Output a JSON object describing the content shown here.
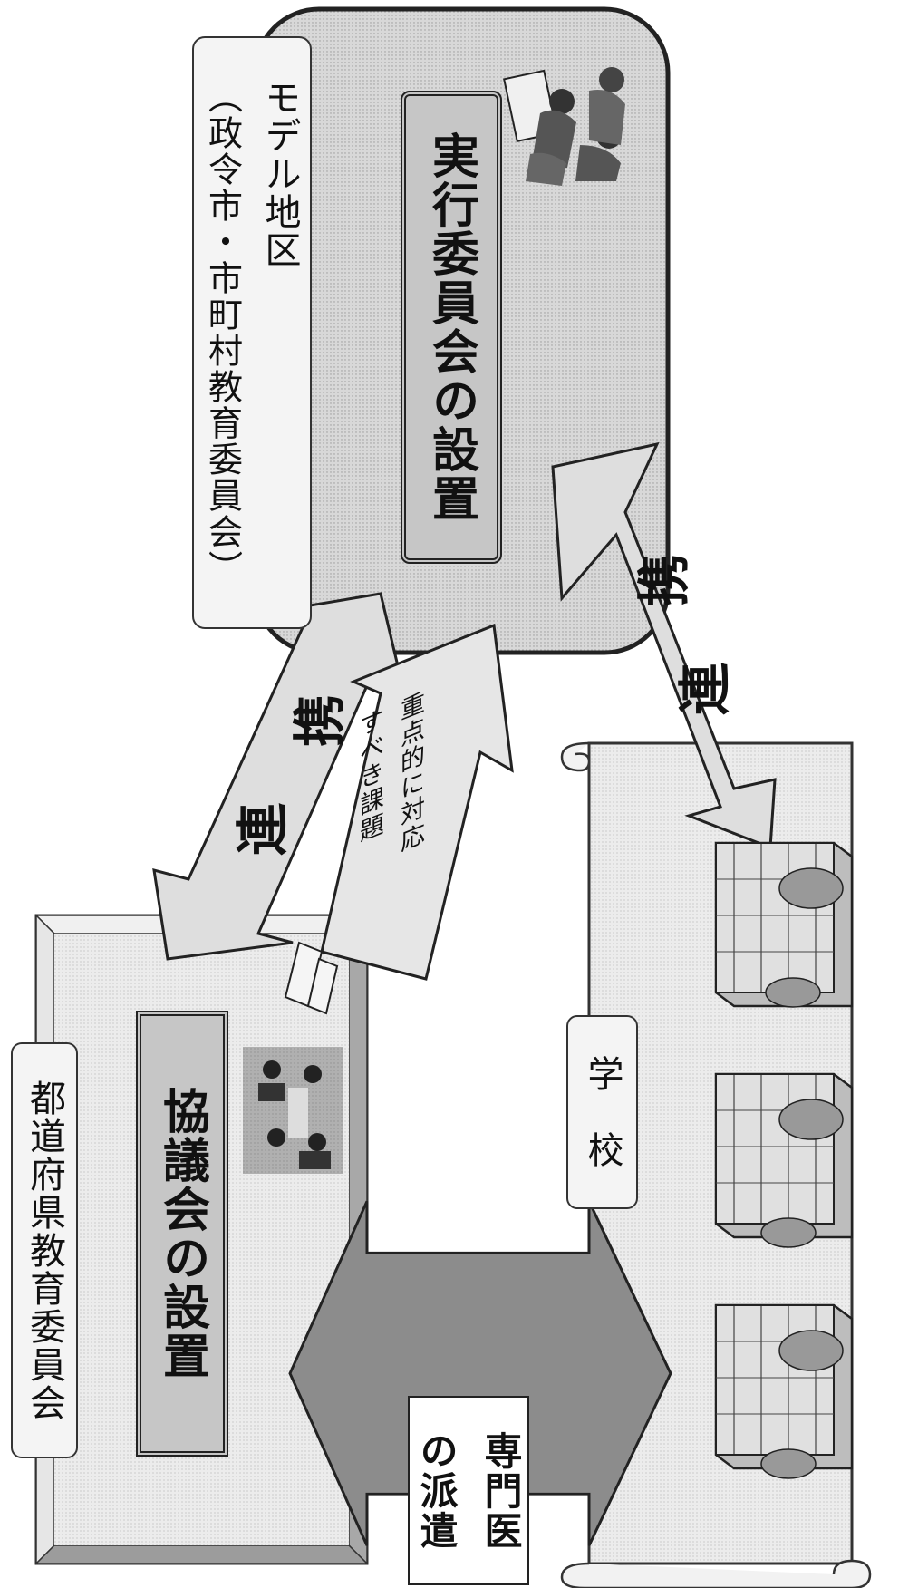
{
  "model_district": {
    "title": "モデル地区",
    "subtitle": "（政令市・市町村教育委員会）",
    "committee": "実行委員会の設置"
  },
  "prefecture": {
    "title": "都道府県教育委員会",
    "council": "協議会の設置"
  },
  "school": {
    "title": "学　校"
  },
  "arrows": {
    "renkei_top_1": "連",
    "renkei_top_2": "携",
    "renkei_right_1": "連",
    "renkei_right_2": "携",
    "priority_line1": "重点的に対応",
    "priority_line2": "すべき課題",
    "dispatch_line1": "専門医",
    "dispatch_line2": "の派遣"
  }
}
